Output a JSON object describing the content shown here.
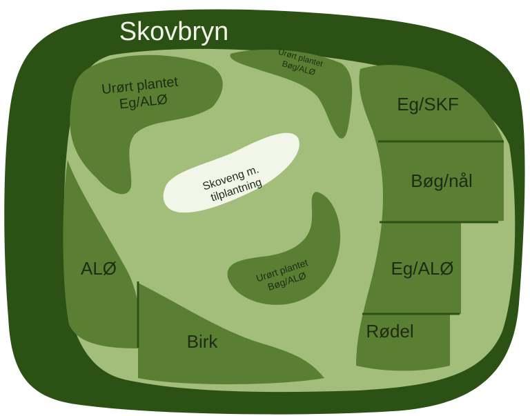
{
  "map": {
    "title": "Skovbryn",
    "zones": {
      "urort_top_left": [
        "Urørt plantet",
        "Eg/ALØ"
      ],
      "urort_top_mid": [
        "Urørt plantet",
        "Bøg/ALØ"
      ],
      "eg_skf": "Eg/SKF",
      "bog_nal": "Bøg/nål",
      "eg_alo": "Eg/ALØ",
      "rodel": "Rødel",
      "alo": "ALØ",
      "birk": "Birk",
      "skoveng": [
        "Skoveng m.",
        "tilplantning"
      ],
      "urort_center": [
        "Urørt plantet",
        "Bøg/ALØ"
      ]
    }
  },
  "colors": {
    "outer_ring": "#2b5214",
    "zone_mid": "#5a7f32",
    "center_light": "#a3bd7b",
    "meadow": "#f1f6e8",
    "label_dark": "#1e2b14",
    "label_white": "#f1f4ea"
  }
}
